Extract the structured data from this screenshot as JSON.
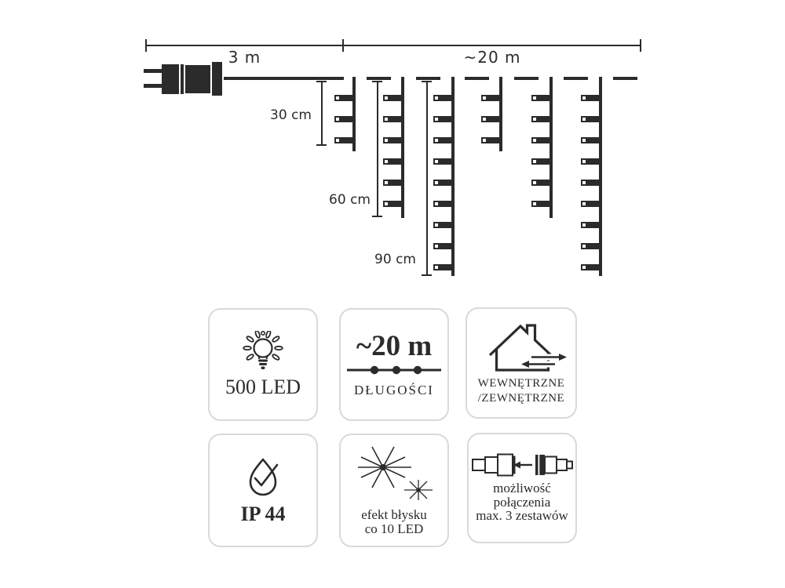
{
  "page": {
    "background": "#ffffff",
    "ink_color": "#2b2b2b",
    "card_border_color": "#d9d9d9"
  },
  "diagram": {
    "dimension": {
      "lead_label": "3 m",
      "main_label": "~20 m"
    },
    "measures": [
      {
        "label": "30 cm"
      },
      {
        "label": "60 cm"
      },
      {
        "label": "90 cm"
      }
    ],
    "strands": [
      {
        "length_cm": 30,
        "lights": 3
      },
      {
        "length_cm": 60,
        "lights": 6
      },
      {
        "length_cm": 90,
        "lights": 9
      },
      {
        "length_cm": 30,
        "lights": 3
      },
      {
        "length_cm": 60,
        "lights": 6
      },
      {
        "length_cm": 90,
        "lights": 9
      }
    ]
  },
  "cards": [
    {
      "icon": "bulb-icon",
      "label": "500 LED"
    },
    {
      "icon": "garland-icon",
      "value": "~20 m",
      "label": "DŁUGOŚCI"
    },
    {
      "icon": "house-in-out-icon",
      "lines": [
        "WEWNĘTRZNE",
        "/ZEWNĘTRZNE"
      ]
    },
    {
      "icon": "water-drop-check-icon",
      "label": "IP 44"
    },
    {
      "icon": "sparkle-icon",
      "lines": [
        "efekt błysku",
        "co 10 LED"
      ]
    },
    {
      "icon": "connectors-icon",
      "lines": [
        "możliwość",
        "połączenia",
        "max. 3 zestawów"
      ]
    }
  ]
}
